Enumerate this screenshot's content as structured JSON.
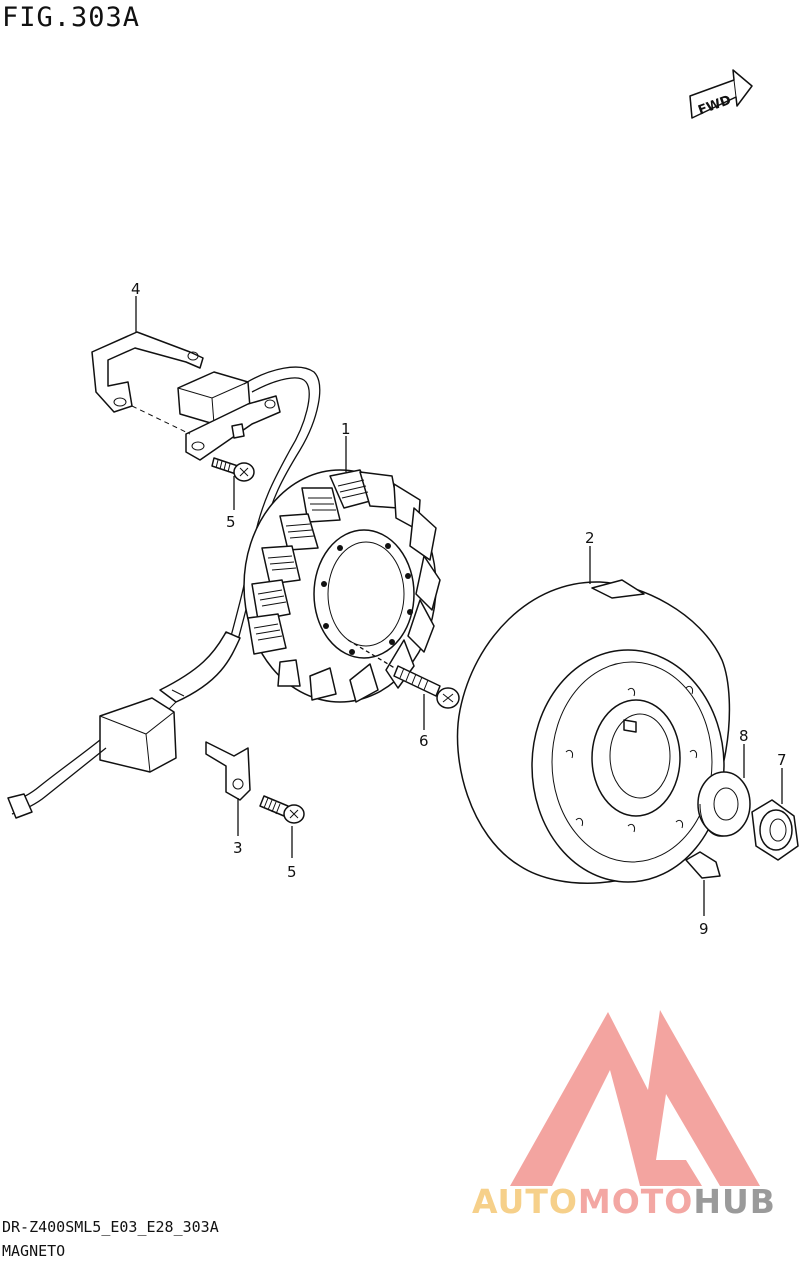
{
  "header": {
    "figure_title": "FIG.303A"
  },
  "footer": {
    "model_code": "DR-Z400SML5_E03_E28_303A",
    "section_name": "MAGNETO"
  },
  "direction_badge": {
    "label": "FWD"
  },
  "callouts": [
    "1",
    "2",
    "3",
    "4",
    "5",
    "5",
    "6",
    "7",
    "8",
    "9"
  ],
  "watermark": {
    "auto": "AUTO",
    "moto": "MOTO",
    "hub": "HUB"
  },
  "colors": {
    "line": "#111111",
    "watermark_red": "#f29a96",
    "watermark_gold": "#f6d08a",
    "watermark_grey": "#9a9a9a"
  }
}
